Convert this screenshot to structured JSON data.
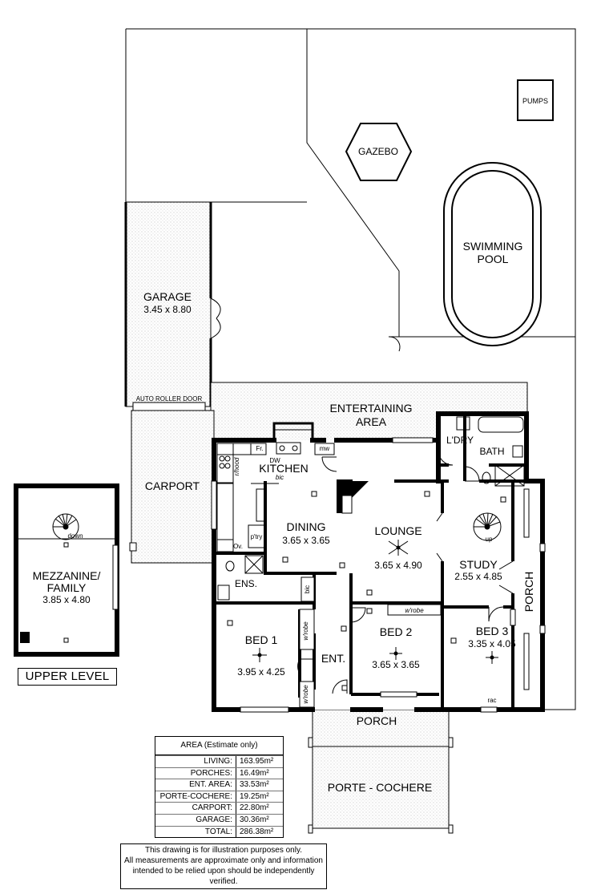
{
  "rooms": {
    "pumps": "PUMPS",
    "gazebo": "GAZEBO",
    "pool_line1": "SWIMMING",
    "pool_line2": "POOL",
    "garage": "GARAGE",
    "garage_dim": "3.45 x 8.80",
    "auto_roller_door": "AUTO ROLLER DOOR",
    "entertaining_line1": "ENTERTAINING",
    "entertaining_line2": "AREA",
    "carport": "CARPORT",
    "kitchen": "KITCHEN",
    "dining": "DINING",
    "dining_dim": "3.65 x 3.65",
    "lounge": "LOUNGE",
    "lounge_dim": "3.65 x 4.90",
    "laundry": "L'DRY",
    "bath": "BATH",
    "study": "STUDY",
    "study_dim": "2.55 x 4.85",
    "porch_side": "PORCH",
    "ensuite": "ENS.",
    "bed1": "BED 1",
    "bed1_dim": "3.95 x 4.25",
    "bed2": "BED 2",
    "bed2_dim": "3.65 x 3.65",
    "bed3": "BED 3",
    "bed3_dim": "3.35 x 4.05",
    "entry": "ENT.",
    "porch_front": "PORCH",
    "porte_cochere": "PORTE - COCHERE",
    "mezzanine_line1": "MEZZANINE/",
    "mezzanine_line2": "FAMILY",
    "mezzanine_dim": "3.85 x 4.80"
  },
  "fixtures": {
    "fridge": "Fr.",
    "microwave": "mw",
    "dishwasher": "DW",
    "rangehood": "r/hood",
    "bic": "bic",
    "pantry": "p'try",
    "oven": "Ov.",
    "wardrobe": "w'robe",
    "rac": "rac",
    "stairs_up": "up",
    "stairs_down": "down"
  },
  "upper_level_label": "UPPER LEVEL",
  "area_table": {
    "title": "AREA (Estimate only)",
    "rows": [
      {
        "label": "LIVING:",
        "value": "163.95m²"
      },
      {
        "label": "PORCHES:",
        "value": "16.49m²"
      },
      {
        "label": "ENT. AREA:",
        "value": "33.53m²"
      },
      {
        "label": "PORTE-COCHERE:",
        "value": "19.25m²"
      },
      {
        "label": "CARPORT:",
        "value": "22.80m²"
      },
      {
        "label": "GARAGE:",
        "value": "30.36m²"
      },
      {
        "label": "TOTAL:",
        "value": "286.38m²"
      }
    ]
  },
  "disclaimer": {
    "line1": "This drawing is for illustration purposes only.",
    "line2": "All measurements are approximate only and information",
    "line3": "intended to be relied upon should be independently verified."
  }
}
